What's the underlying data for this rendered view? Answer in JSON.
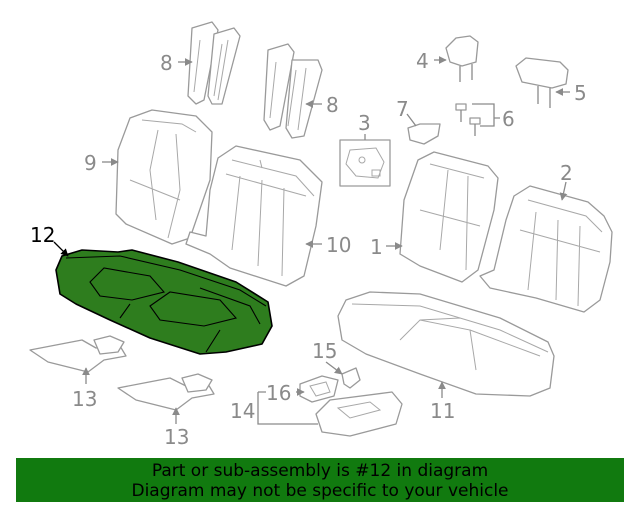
{
  "colors": {
    "highlight": "#2e7d1e",
    "banner": "#117a0f",
    "line": "#9a9a9a",
    "label": "#8a8a8a"
  },
  "callouts": {
    "c1": "1",
    "c2": "2",
    "c3": "3",
    "c4": "4",
    "c5": "5",
    "c6": "6",
    "c7": "7",
    "c8a": "8",
    "c8b": "8",
    "c9": "9",
    "c10": "10",
    "c11": "11",
    "c12": "12",
    "c13a": "13",
    "c13b": "13",
    "c14": "14",
    "c15": "15",
    "c16": "16"
  },
  "highlighted_part": "12",
  "banner": {
    "line1": "Part or sub-assembly is #12 in diagram",
    "line2": "Diagram may not be specific to your vehicle"
  }
}
